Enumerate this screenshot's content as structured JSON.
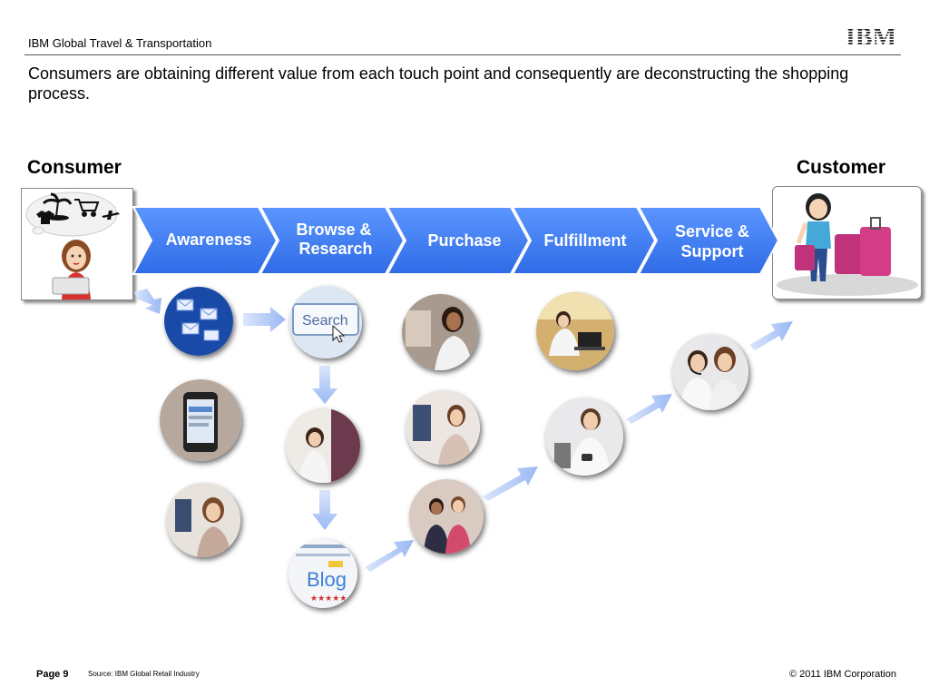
{
  "header": {
    "title": "IBM Global Travel & Transportation",
    "logo_text": "IBM"
  },
  "subtitle": "Consumers are obtaining different value from each touch point and consequently are deconstructing the shopping process.",
  "labels": {
    "consumer": "Consumer",
    "customer": "Customer"
  },
  "stages": [
    {
      "lines": [
        "Awareness"
      ]
    },
    {
      "lines": [
        "Browse &",
        "Research"
      ]
    },
    {
      "lines": [
        "Purchase"
      ]
    },
    {
      "lines": [
        "Fulfillment"
      ]
    },
    {
      "lines": [
        "Service &",
        "Support"
      ]
    }
  ],
  "icons": {
    "awareness": [
      "email-icon",
      "mobile-phone-icon",
      "tv-ad-icon"
    ],
    "browse": [
      "search-box-icon",
      "store-browsing-icon",
      "blog-icon"
    ],
    "purchase": [
      "online-purchase-icon",
      "in-store-purchase-icon",
      "group-shopping-icon"
    ],
    "fulfillment": [
      "laptop-user-icon",
      "mobile-user-icon"
    ],
    "service": [
      "call-center-icon"
    ]
  },
  "search_text": "Search",
  "blog_text": "Blog",
  "colors": {
    "chevron": "#3d7ef0",
    "chevron_dark": "#1f5fd6",
    "arrow": "#a9c3f7",
    "text": "#000000"
  },
  "footer": {
    "page": "Page 9",
    "source": "Source: IBM Global Retail Industry",
    "copyright": "© 2011 IBM Corporation"
  }
}
